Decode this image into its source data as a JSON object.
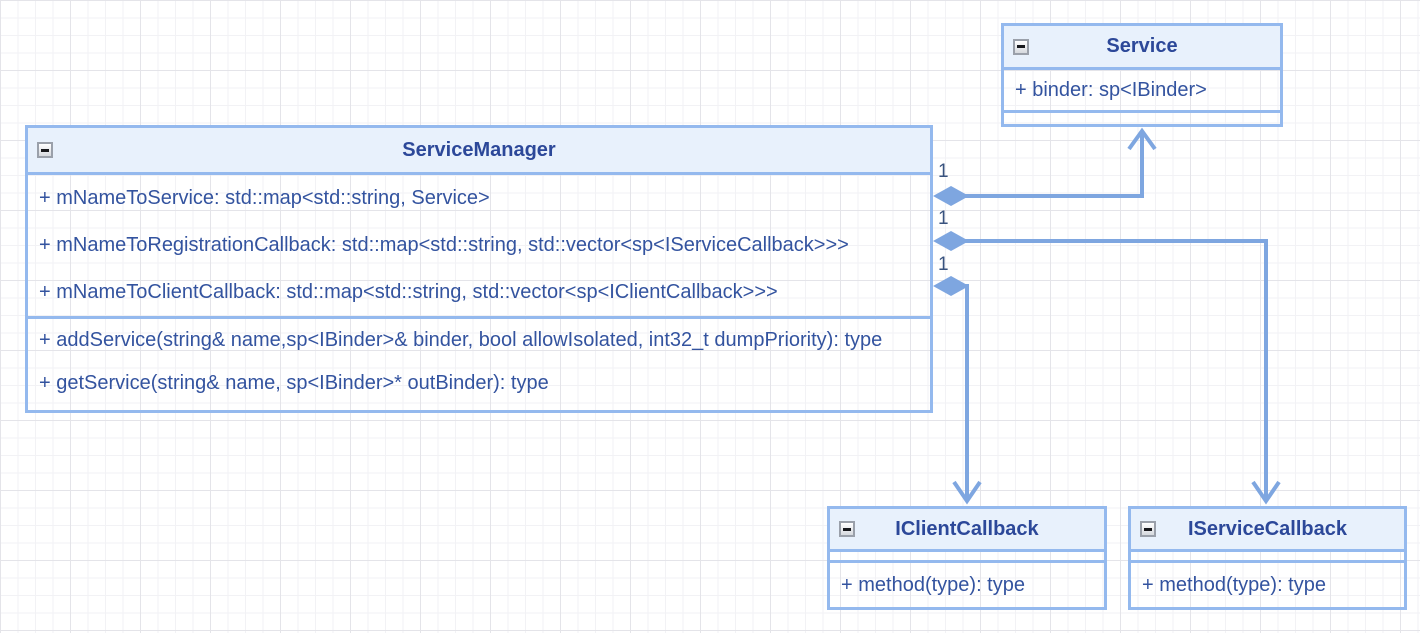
{
  "classes": {
    "service": {
      "title": "Service",
      "attributes": [
        "+ binder: sp<IBinder>"
      ],
      "methods": []
    },
    "service_manager": {
      "title": "ServiceManager",
      "attributes": [
        "+ mNameToService: std::map<std::string, Service>",
        "+ mNameToRegistrationCallback: std::map<std::string, std::vector<sp<IServiceCallback>>>",
        "+ mNameToClientCallback: std::map<std::string, std::vector<sp<IClientCallback>>>"
      ],
      "methods": [
        "+ addService(string& name,sp<IBinder>& binder, bool allowIsolated, int32_t dumpPriority): type",
        "+ getService(string& name, sp<IBinder>* outBinder): type"
      ]
    },
    "iclient_callback": {
      "title": "IClientCallback",
      "attributes": [],
      "methods": [
        "+ method(type): type"
      ]
    },
    "iservice_callback": {
      "title": "IServiceCallback",
      "attributes": [],
      "methods": [
        "+ method(type): type"
      ]
    }
  },
  "edges": [
    {
      "from": "ServiceManager",
      "to": "Service",
      "type": "aggregation",
      "multiplicity": "1"
    },
    {
      "from": "ServiceManager",
      "to": "IServiceCallback",
      "type": "aggregation",
      "multiplicity": "1"
    },
    {
      "from": "ServiceManager",
      "to": "IClientCallback",
      "type": "aggregation",
      "multiplicity": "1"
    }
  ],
  "icons": {
    "collapse": "minus-in-square"
  },
  "colors": {
    "box_border": "#94b9ee",
    "header_fill": "#e8f1fc",
    "edge": "#7ea6e0",
    "title_text": "#2c4899",
    "body_text": "#33539f",
    "multiplicity_text": "#38527e"
  }
}
